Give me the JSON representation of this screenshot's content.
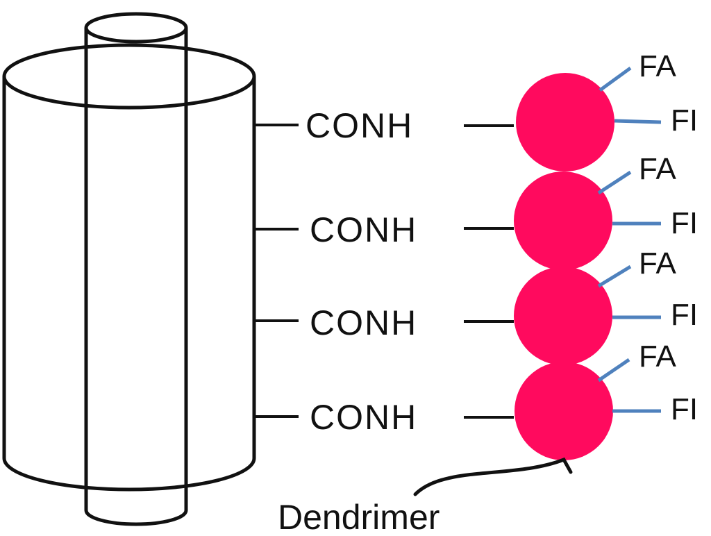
{
  "diagram": {
    "linkers": [
      "CONH",
      "CONH",
      "CONH",
      "CONH"
    ],
    "dendrimers": [
      {
        "ligand_a": "FA",
        "ligand_b": "FI"
      },
      {
        "ligand_a": "FA",
        "ligand_b": "FI"
      },
      {
        "ligand_a": "FA",
        "ligand_b": "FI"
      },
      {
        "ligand_a": "FA",
        "ligand_b": "FI"
      }
    ],
    "caption": "Dendrimer"
  },
  "colors": {
    "dendrimer_fill": "#ff0a5e",
    "ligand_line": "#4f81bd",
    "outline": "#111111"
  }
}
